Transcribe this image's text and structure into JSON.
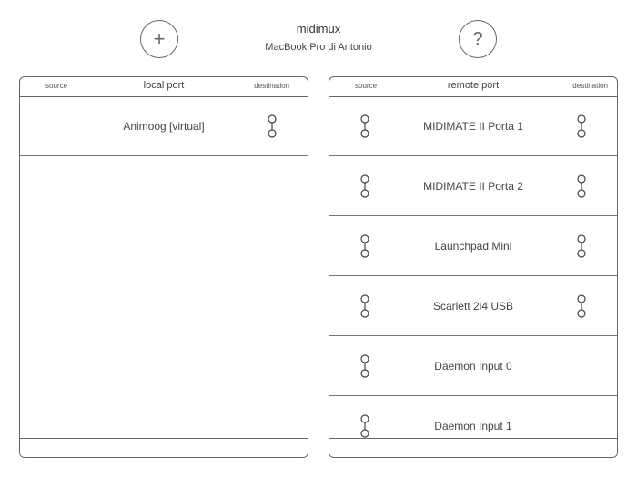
{
  "header": {
    "title": "midimux",
    "subtitle": "MacBook Pro di Antonio",
    "add_symbol": "+",
    "help_symbol": "?"
  },
  "local_panel": {
    "source_label": "source",
    "title": "local port",
    "destination_label": "destination",
    "ports": [
      {
        "name": "Animoog [virtual]",
        "has_source": false,
        "has_destination": true
      }
    ]
  },
  "remote_panel": {
    "source_label": "source",
    "title": "remote port",
    "destination_label": "destination",
    "ports": [
      {
        "name": "MIDIMATE II Porta 1",
        "has_source": true,
        "has_destination": true
      },
      {
        "name": "MIDIMATE II Porta 2",
        "has_source": true,
        "has_destination": true
      },
      {
        "name": "Launchpad Mini",
        "has_source": true,
        "has_destination": true
      },
      {
        "name": "Scarlett 2i4 USB",
        "has_source": true,
        "has_destination": true
      },
      {
        "name": "Daemon Input 0",
        "has_source": true,
        "has_destination": false
      },
      {
        "name": "Daemon Input 1",
        "has_source": true,
        "has_destination": false
      }
    ]
  },
  "colors": {
    "border": "#666666",
    "text": "#444444",
    "background": "#ffffff"
  }
}
